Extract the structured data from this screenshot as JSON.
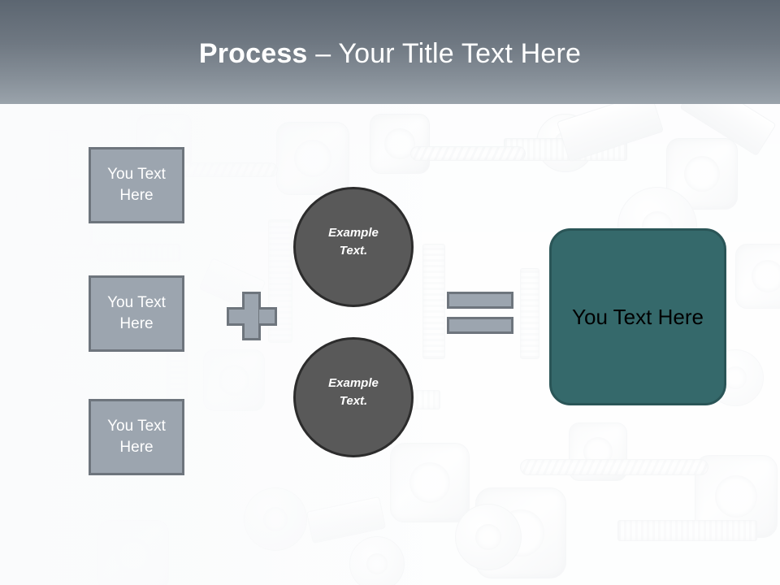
{
  "slide": {
    "title": {
      "bold_part": "Process",
      "rest_part": " – Your Title Text Here",
      "full": "Process – Your Title Text Here"
    },
    "background_description": "faded photograph of assorted nuts, bolts, screws and washers"
  },
  "colors": {
    "header_gradient_top": "#5c6671",
    "header_gradient_bottom": "#9aa3ab",
    "box_fill": "#9ca5af",
    "box_border": "#6e757d",
    "circle_fill": "#595959",
    "circle_border": "#2c2c2c",
    "result_fill": "#35696b",
    "result_border": "#2a5557",
    "title_text": "#ffffff",
    "result_text": "#000000"
  },
  "inputs": {
    "boxes": [
      {
        "label": "You Text Here"
      },
      {
        "label": "You Text Here"
      },
      {
        "label": "You Text Here"
      }
    ]
  },
  "operators": {
    "plus": {
      "symbol": "+",
      "icon": "plus-icon"
    },
    "equals": {
      "symbol": "=",
      "icon": "equals-icon"
    }
  },
  "middle": {
    "circles": [
      {
        "line1": "Example",
        "line2": "Text."
      },
      {
        "line1": "Example",
        "line2": "Text."
      }
    ]
  },
  "result": {
    "label": "You Text Here"
  }
}
